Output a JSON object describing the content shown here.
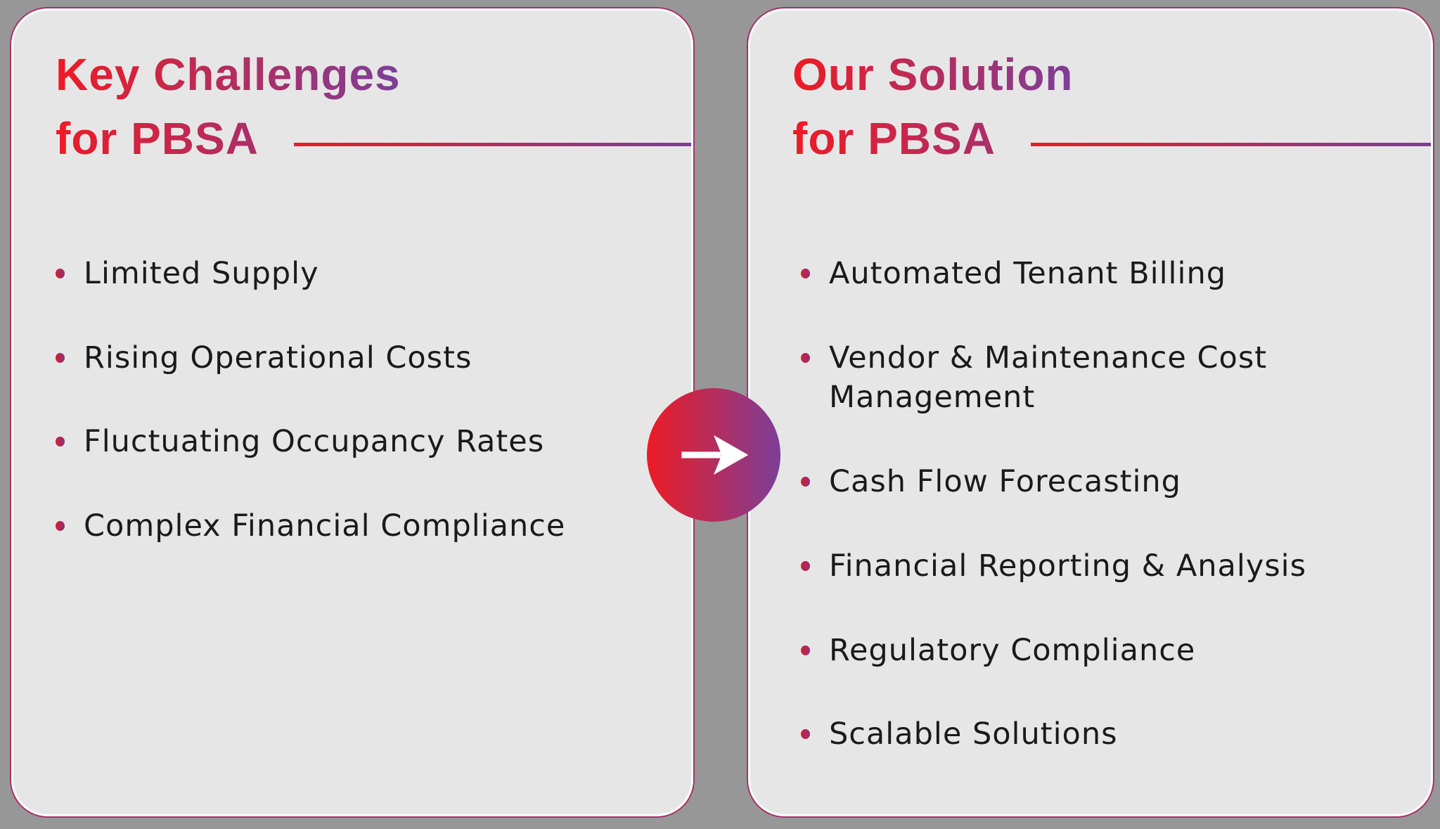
{
  "left_card": {
    "title_line1": "Key Challenges",
    "title_line2": "for PBSA",
    "items": [
      "Limited Supply",
      "Rising Operational Costs",
      "Fluctuating Occupancy Rates",
      "Complex Financial Compliance"
    ]
  },
  "right_card": {
    "title_line1": "Our Solution",
    "title_line2": "for PBSA",
    "items": [
      "Automated Tenant Billing",
      "Vendor & Maintenance Cost Management",
      "Cash Flow Forecasting",
      "Financial Reporting & Analysis",
      "Regulatory Compliance",
      "Scalable Solutions"
    ]
  },
  "arrow": {
    "icon": "right-arrow"
  },
  "colors": {
    "page_bg": "#979797",
    "card_bg": "#E7E6E7",
    "card_outline": "#A63069",
    "accent_red": "#ED1B24",
    "accent_purple": "#7C3F98",
    "accent_crimson": "#AA2F6B",
    "bullet_start": "#D21F2D",
    "bullet_end": "#8F3080",
    "text_color": "#1A1A1A",
    "arrow_color": "#FFFFFF"
  }
}
